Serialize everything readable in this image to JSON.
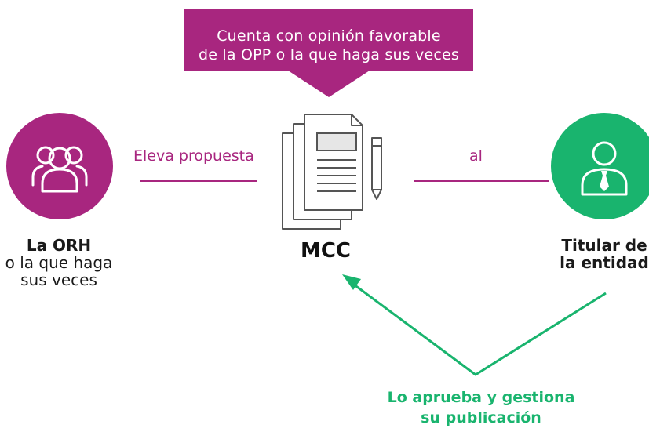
{
  "banner": {
    "line1": "Cuenta con opinión favorable",
    "line2": "de la OPP o la que haga sus veces"
  },
  "nodes": {
    "orh": {
      "title": "La ORH",
      "line2": "o la que haga",
      "line3": "sus veces"
    },
    "mcc": {
      "title": "MCC"
    },
    "titular": {
      "line1": "Titular de",
      "line2": "la entidad"
    }
  },
  "connectors": {
    "eleva": "Eleva propuesta",
    "al": "al",
    "aprueba_line1": "Lo aprueba y gestiona",
    "aprueba_line2": "su publicación"
  },
  "icons": {
    "orh": "group-users-icon",
    "mcc": "documents-with-pencil-icon",
    "titular": "person-with-tie-icon"
  },
  "colors": {
    "magenta": "#a8267f",
    "green": "#19b46e",
    "text": "#1a1a1a"
  }
}
